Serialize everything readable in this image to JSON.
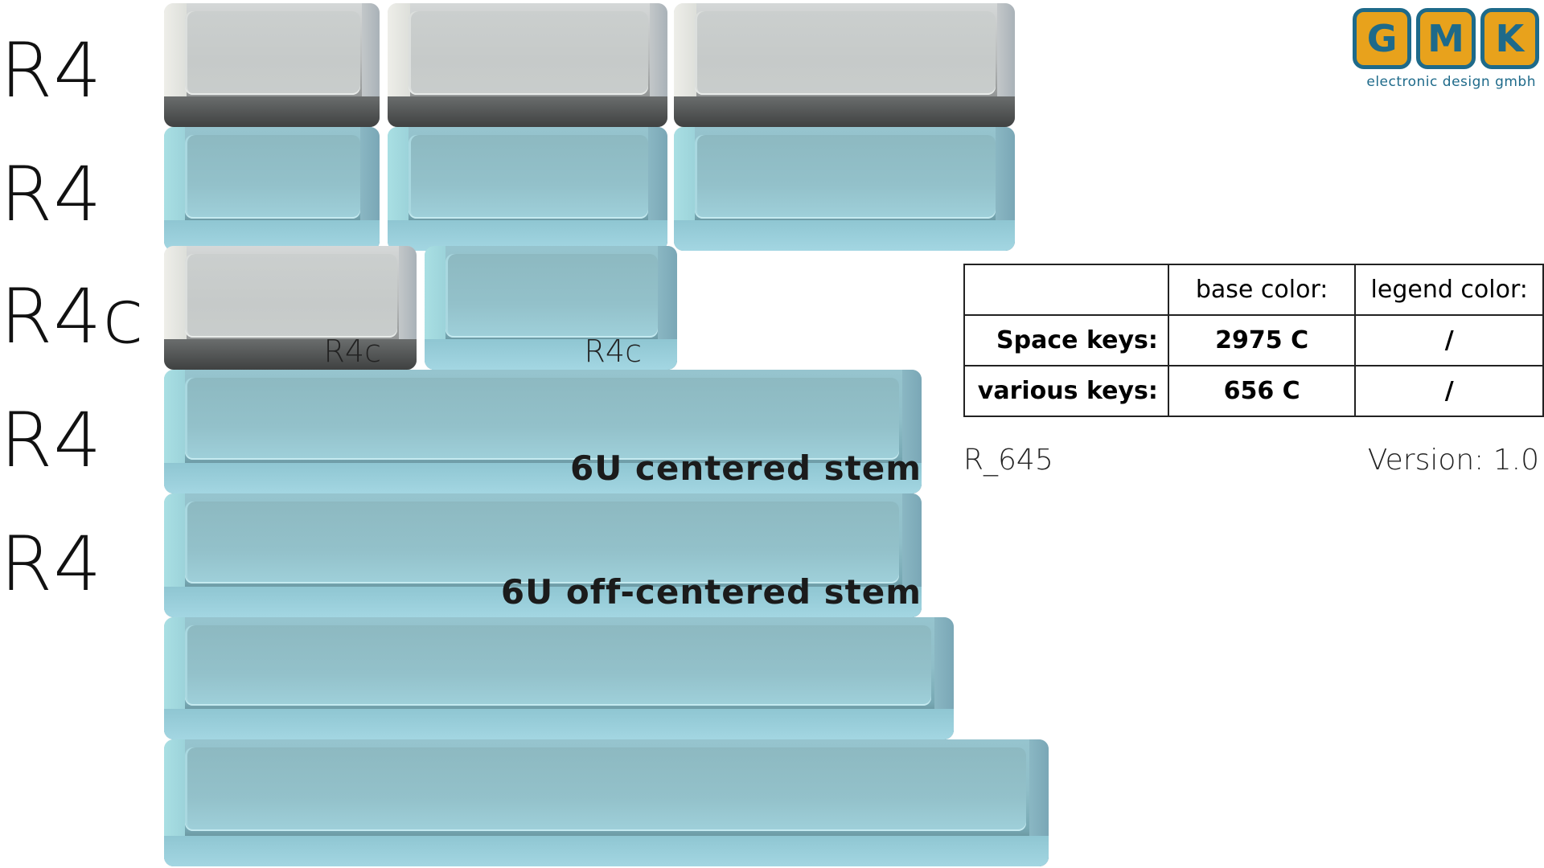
{
  "row_labels": [
    "R4",
    "R4",
    "R4c",
    "R4",
    "R4"
  ],
  "legends": {
    "r4c_gray": "R4c",
    "r4c_blue": "R4c",
    "centered": "6U centered stem",
    "off_centered": "6U off-centered stem"
  },
  "logo": {
    "letters": [
      "G",
      "M",
      "K"
    ],
    "tagline": "electronic design gmbh",
    "colors": {
      "fill": "#e8a21c",
      "outline": "#1e6a8a"
    }
  },
  "table": {
    "headers": [
      "",
      "base color:",
      "legend color:"
    ],
    "rows": [
      {
        "label": "Space keys:",
        "base": "2975 C",
        "legend": "/"
      },
      {
        "label": "various keys:",
        "base": "656 C",
        "legend": "/"
      }
    ]
  },
  "footer": {
    "code": "R_645",
    "version": "Version: 1.0"
  },
  "colors": {
    "gray_key": "#c9cdcc",
    "blue_key": "#93c1ca"
  }
}
